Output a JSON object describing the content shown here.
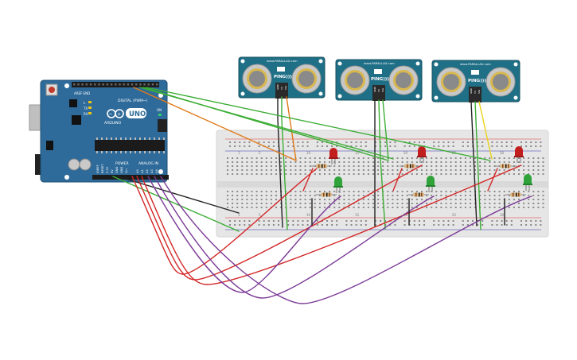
{
  "arduino": {
    "brand": "ARDUINO",
    "model": "UNO",
    "digital_label": "DIGITAL (PWM~)",
    "power_label": "POWER",
    "analog_label": "ANALOG IN",
    "on_label": "ON",
    "tx_label": "TX",
    "rx_label": "RX",
    "l_label": "L",
    "aref_label": "AREF",
    "gnd_label": "GND",
    "power_pins": [
      "IOREF",
      "RESET",
      "3.3V",
      "5V",
      "GND",
      "GND",
      "Vin"
    ],
    "analog_pins": [
      "A0",
      "A1",
      "A2",
      "A3",
      "A4",
      "A5"
    ]
  },
  "sensors": [
    {
      "label": "PING)))",
      "site": "www.PARALLAX.com",
      "pins": [
        "GND",
        "5V",
        "SIG"
      ]
    },
    {
      "label": "PING)))",
      "site": "www.PARALLAX.com",
      "pins": [
        "GND",
        "5V",
        "SIG"
      ]
    },
    {
      "label": "PING)))",
      "site": "www.PARALLAX.com",
      "pins": [
        "GND",
        "5V",
        "SIG"
      ]
    }
  ],
  "breadboard": {
    "column_numbers": [
      "1",
      "5",
      "10",
      "15",
      "20",
      "25",
      "30"
    ]
  },
  "colors": {
    "board": "#2f6b9a",
    "sensor": "#1f6f86",
    "breadboard": "#e6e6e6",
    "wire_red": "#d32626",
    "wire_green": "#3cad35",
    "wire_purple": "#7b3a96",
    "wire_black": "#222222",
    "wire_orange": "#e07a18",
    "wire_yellow": "#e8d21a",
    "led_red": "#c21e1e",
    "led_green": "#2fa33a"
  }
}
